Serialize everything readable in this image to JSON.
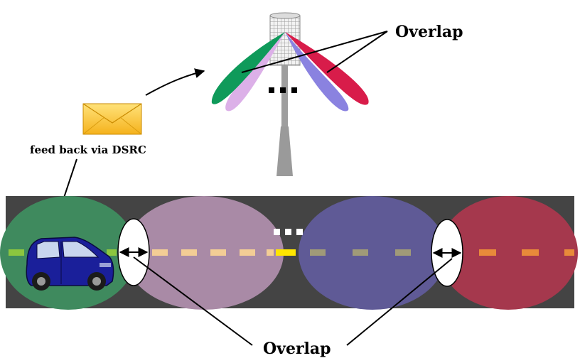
{
  "labels": {
    "overlap_top": "Overlap",
    "overlap_bottom": "Overlap",
    "feedback": "feed back via DSRC"
  },
  "icons": {
    "message": "envelope-icon",
    "vehicle": "car-icon",
    "base_station": "antenna-tower-icon"
  },
  "beam_colors": [
    "#0f9a5a",
    "#dcb0e8",
    "#8a82e0",
    "#d81c4a"
  ],
  "road": {
    "surface_color": "#444444",
    "coverage_colors": [
      "#3f8a5e",
      "#a98aa6",
      "#5f5a96",
      "#a5384d"
    ],
    "lane_mark_colors": [
      "#8cc63f",
      "#f3cd95",
      "#ffe600",
      "#a09a78",
      "#e88a3a"
    ]
  }
}
